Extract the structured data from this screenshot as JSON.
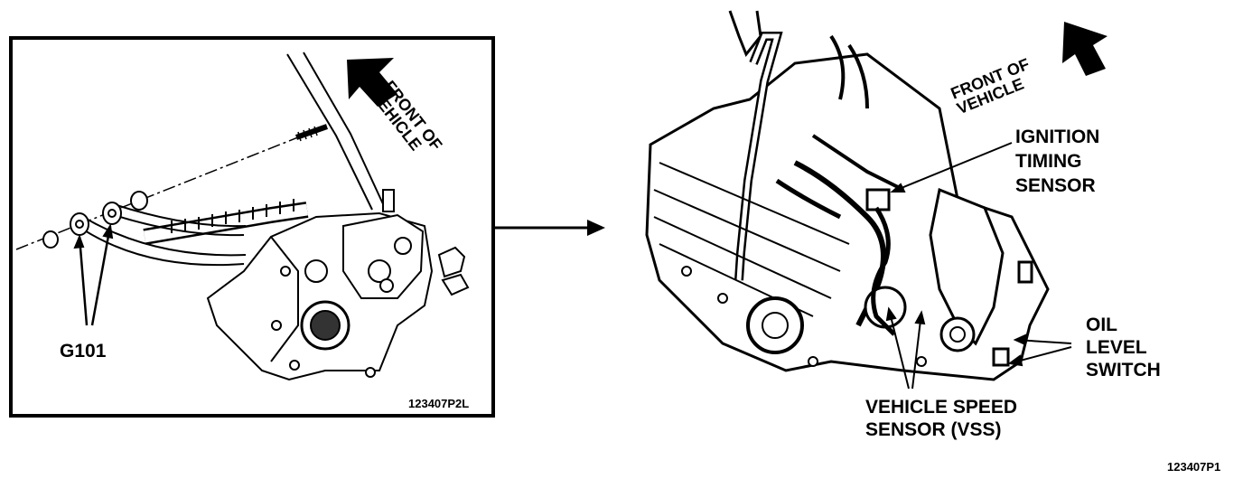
{
  "inset": {
    "front_of_vehicle": "FRONT OF\nVEHICLE",
    "callout_g101": "G101",
    "ref_code": "123407P2L"
  },
  "main": {
    "front_of_vehicle": "FRONT OF\nVEHICLE",
    "ignition_timing_sensor": "IGNITION\nTIMING\nSENSOR",
    "oil_level_switch": "OIL\nLEVEL\nSWITCH",
    "vehicle_speed_sensor": "VEHICLE SPEED\nSENSOR (VSS)",
    "ref_code": "123407P1"
  }
}
